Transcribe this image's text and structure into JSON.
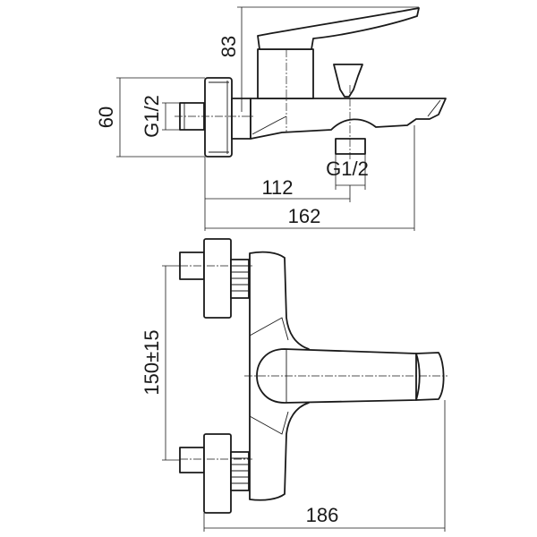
{
  "drawing": {
    "side_view": {
      "dimensions": {
        "lever_height": "83",
        "flange_height": "60",
        "inlet_thread": "G1/2",
        "outlet_thread": "G1/2",
        "outlet_distance": "112",
        "spout_length": "162"
      }
    },
    "top_view": {
      "dimensions": {
        "inlet_spacing": "150±15",
        "overall_depth": "186"
      }
    }
  }
}
